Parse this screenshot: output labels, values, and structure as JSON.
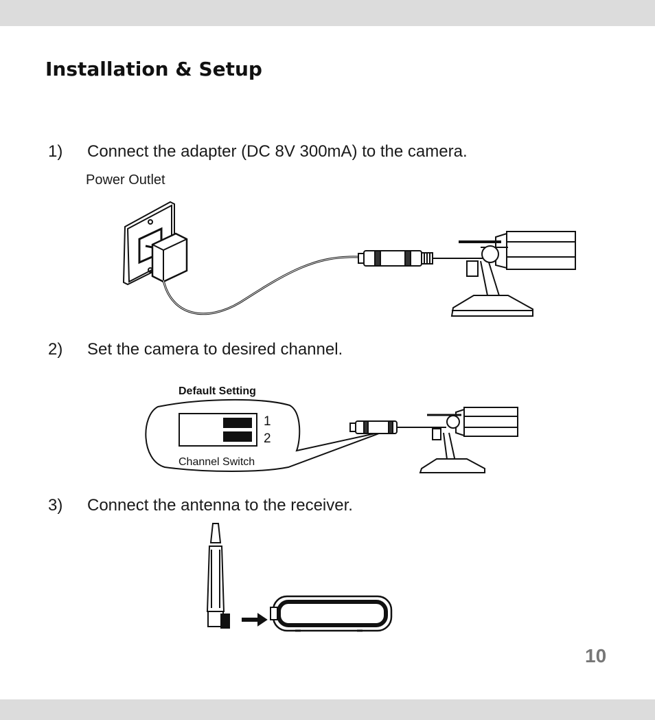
{
  "page": {
    "title": "Installation & Setup",
    "page_number": "10"
  },
  "steps": [
    {
      "number": "1)",
      "text": "Connect the adapter (DC 8V 300mA) to the camera.",
      "illustration_label": "Power Outlet"
    },
    {
      "number": "2)",
      "text": "Set the camera to desired channel."
    },
    {
      "number": "3)",
      "text": "Connect the antenna to the receiver."
    }
  ],
  "channel_switch": {
    "heading": "Default Setting",
    "label": "Channel Switch",
    "positions": [
      "1",
      "2"
    ]
  }
}
